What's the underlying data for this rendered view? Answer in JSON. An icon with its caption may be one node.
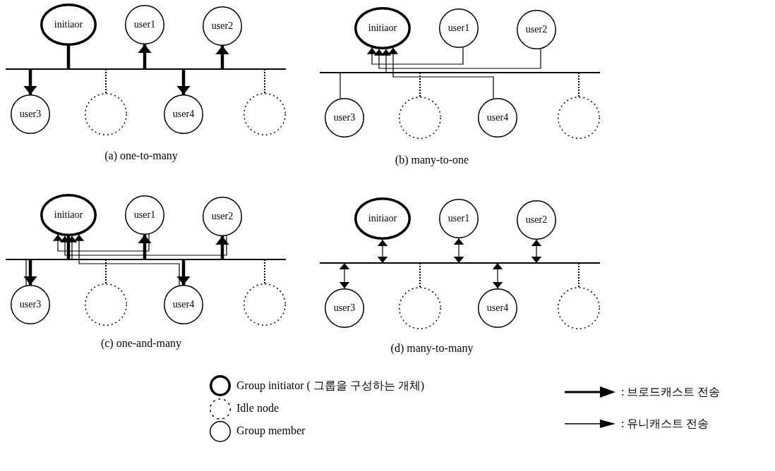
{
  "diagram": {
    "nodes": [
      {
        "text": [
          "initiaor"
        ]
      },
      {
        "text": [
          "user1"
        ]
      },
      {
        "text": [
          "user2"
        ]
      },
      {
        "text": [],
        "shape": "bar"
      },
      {
        "text": [
          "user3"
        ]
      },
      {
        "text": [],
        "shape": "circle"
      },
      {
        "text": [
          "user4"
        ]
      },
      {
        "text": [],
        "shape": "circle"
      },
      {
        "text": [
          "initiaor"
        ]
      },
      {
        "text": [
          "user1"
        ]
      },
      {
        "text": [
          "user2"
        ]
      },
      {
        "text": [],
        "shape": "bar"
      },
      {
        "text": [
          "user3"
        ]
      },
      {
        "text": [],
        "shape": "circle"
      },
      {
        "text": [
          "user4"
        ]
      },
      {
        "text": [],
        "shape": "circle"
      },
      {
        "text": [
          "initiaor"
        ]
      },
      {
        "text": [
          "user1"
        ]
      },
      {
        "text": [
          "user2"
        ]
      },
      {
        "text": [],
        "shape": "bar"
      },
      {
        "text": [
          "user3"
        ]
      },
      {
        "text": [],
        "shape": "circle"
      },
      {
        "text": [
          "user4"
        ]
      },
      {
        "text": [],
        "shape": "circle"
      },
      {
        "text": [
          "initiaor"
        ]
      },
      {
        "text": [
          "user1"
        ]
      },
      {
        "text": [
          "user2"
        ]
      },
      {
        "text": [],
        "shape": "bar"
      },
      {
        "text": [
          "user3"
        ]
      },
      {
        "text": [],
        "shape": "circle"
      },
      {
        "text": [
          "user4"
        ]
      },
      {
        "text": [],
        "shape": "circle"
      }
    ],
    "edges": [
      {
        "from": 0,
        "to": 3,
        "arrow": "none",
        "style": "thick"
      },
      {
        "from": 3,
        "to": 1,
        "arrow": "to",
        "style": "thick"
      },
      {
        "from": 3,
        "to": 2,
        "arrow": "to",
        "style": "thick"
      },
      {
        "from": 3,
        "to": 4,
        "arrow": "to",
        "style": "thick"
      },
      {
        "from": 5,
        "to": 3,
        "arrow": "none",
        "style": "dashed"
      },
      {
        "from": 3,
        "to": 6,
        "arrow": "to",
        "style": "thick"
      },
      {
        "from": 7,
        "to": 3,
        "arrow": "none",
        "style": "dashed"
      },
      {
        "from": 9,
        "to": 8,
        "arrow": "to"
      },
      {
        "from": 10,
        "to": 8,
        "arrow": "to"
      },
      {
        "from": 12,
        "to": 8,
        "arrow": "to"
      },
      {
        "from": 14,
        "to": 8,
        "arrow": "to"
      },
      {
        "from": 13,
        "to": 11,
        "arrow": "none",
        "style": "dashed"
      },
      {
        "from": 15,
        "to": 11,
        "arrow": "none",
        "style": "dashed"
      },
      {
        "from": 16,
        "to": 19,
        "arrow": "none",
        "style": "thick"
      },
      {
        "from": 19,
        "to": 17,
        "arrow": "to",
        "style": "thick"
      },
      {
        "from": 19,
        "to": 18,
        "arrow": "to",
        "style": "thick"
      },
      {
        "from": 19,
        "to": 20,
        "arrow": "to",
        "style": "thick"
      },
      {
        "from": 19,
        "to": 22,
        "arrow": "to",
        "style": "thick"
      },
      {
        "from": 17,
        "to": 16,
        "arrow": "to"
      },
      {
        "from": 18,
        "to": 16,
        "arrow": "to"
      },
      {
        "from": 20,
        "to": 16,
        "arrow": "to"
      },
      {
        "from": 22,
        "to": 16,
        "arrow": "to"
      },
      {
        "from": 21,
        "to": 19,
        "arrow": "none",
        "style": "dashed"
      },
      {
        "from": 23,
        "to": 19,
        "arrow": "none",
        "style": "dashed"
      },
      {
        "from": 24,
        "to": 27,
        "arrow": "both"
      },
      {
        "from": 25,
        "to": 27,
        "arrow": "both"
      },
      {
        "from": 26,
        "to": 27,
        "arrow": "both"
      },
      {
        "from": 28,
        "to": 27,
        "arrow": "both"
      },
      {
        "from": 29,
        "to": 27,
        "arrow": "none",
        "style": "dashed"
      },
      {
        "from": 30,
        "to": 27,
        "arrow": "both"
      },
      {
        "from": 31,
        "to": 27,
        "arrow": "none",
        "style": "dashed"
      }
    ],
    "labels": [
      "(a) one-to-many",
      "(b) many-to-one",
      "(c) one-and-many",
      "(d) many-to-many"
    ],
    "legend": [
      {
        "text": "Group initiator ( 그룹을 구성하는 개체)"
      },
      {
        "text": ": 브로드캐스트 전송"
      },
      {
        "text": "Idle node"
      },
      {
        "text": ": 유니캐스트 전송"
      },
      {
        "text": "Group member"
      }
    ]
  }
}
